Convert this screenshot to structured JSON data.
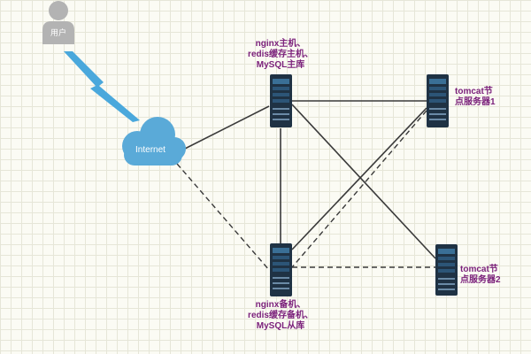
{
  "user": {
    "label": "用户"
  },
  "internet": {
    "label": "Internet"
  },
  "servers": {
    "master": {
      "lines": [
        "nginx主机、",
        "redis缓存主机、",
        "MySQL主库"
      ]
    },
    "backup": {
      "lines": [
        "nginx备机、",
        "redis缓存备机、",
        "MySQL从库"
      ]
    },
    "tomcat1": {
      "lines": [
        "tomcat节",
        "点服务器1"
      ]
    },
    "tomcat2": {
      "lines": [
        "tomcat节",
        "点服务器2"
      ]
    }
  },
  "colors": {
    "label": "#7a1f7a",
    "cloud": "#5aaad8",
    "lightning": "#4aa8dc",
    "server_body": "#1f3244",
    "connector_solid": "#3a3a3a",
    "connector_dashed": "#3a3a3a"
  }
}
